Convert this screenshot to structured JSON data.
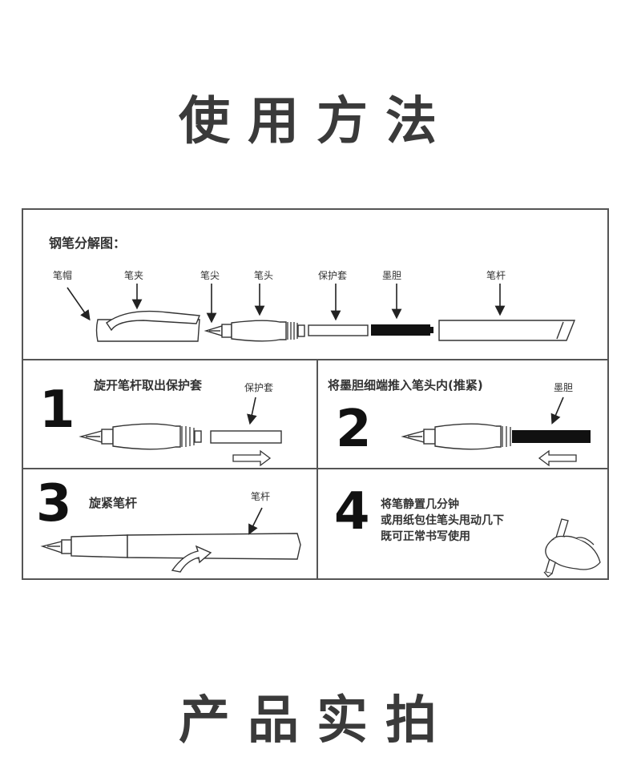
{
  "titles": {
    "usage": "使用方法",
    "photos": "产品实拍"
  },
  "diagram": {
    "heading": "钢笔分解图：",
    "parts": {
      "cap": "笔帽",
      "clip": "笔夹",
      "tip": "笔尖",
      "head": "笔头",
      "sleeve": "保护套",
      "cartridge": "墨胆",
      "barrel": "笔杆"
    }
  },
  "steps": [
    {
      "number": "1",
      "text": "旋开笔杆取出保护套",
      "part_label": "保护套"
    },
    {
      "number": "2",
      "text": "将墨胆细端推入笔头内(推紧)",
      "part_label": "墨胆"
    },
    {
      "number": "3",
      "text": "旋紧笔杆",
      "part_label": "笔杆"
    },
    {
      "number": "4",
      "lines": [
        "将笔静置几分钟",
        "或用纸包住笔头甩动几下",
        "既可正常书写使用"
      ]
    }
  ],
  "colors": {
    "line": "#555555",
    "title": "#3a3a3a",
    "ink": "#111111"
  }
}
